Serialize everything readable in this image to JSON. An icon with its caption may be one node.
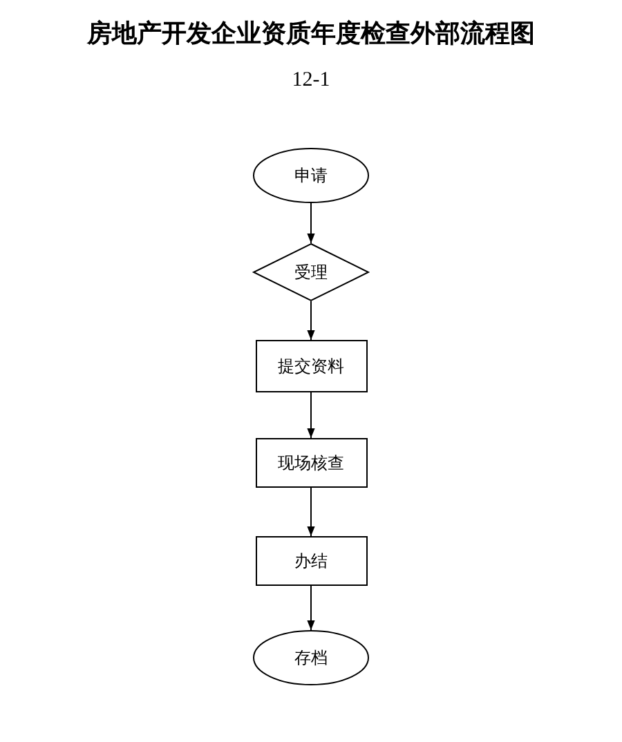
{
  "diagram": {
    "title": "房地产开发企业资质年度检查外部流程图",
    "labels": [
      "12-1"
    ],
    "nodes": [
      {
        "text": [
          "申请"
        ]
      },
      {
        "text": [
          "受理"
        ]
      },
      {
        "text": [
          "提交资料"
        ]
      },
      {
        "text": [
          "现场核查"
        ]
      },
      {
        "text": [
          "办结"
        ]
      },
      {
        "text": [
          "存档"
        ]
      }
    ],
    "edges": [
      {
        "from": 0,
        "to": 1,
        "arrow": "to"
      },
      {
        "from": 1,
        "to": 2,
        "arrow": "to"
      },
      {
        "from": 2,
        "to": 3,
        "arrow": "to"
      },
      {
        "from": 3,
        "to": 4,
        "arrow": "to"
      },
      {
        "from": 4,
        "to": 5,
        "arrow": "to"
      }
    ]
  }
}
